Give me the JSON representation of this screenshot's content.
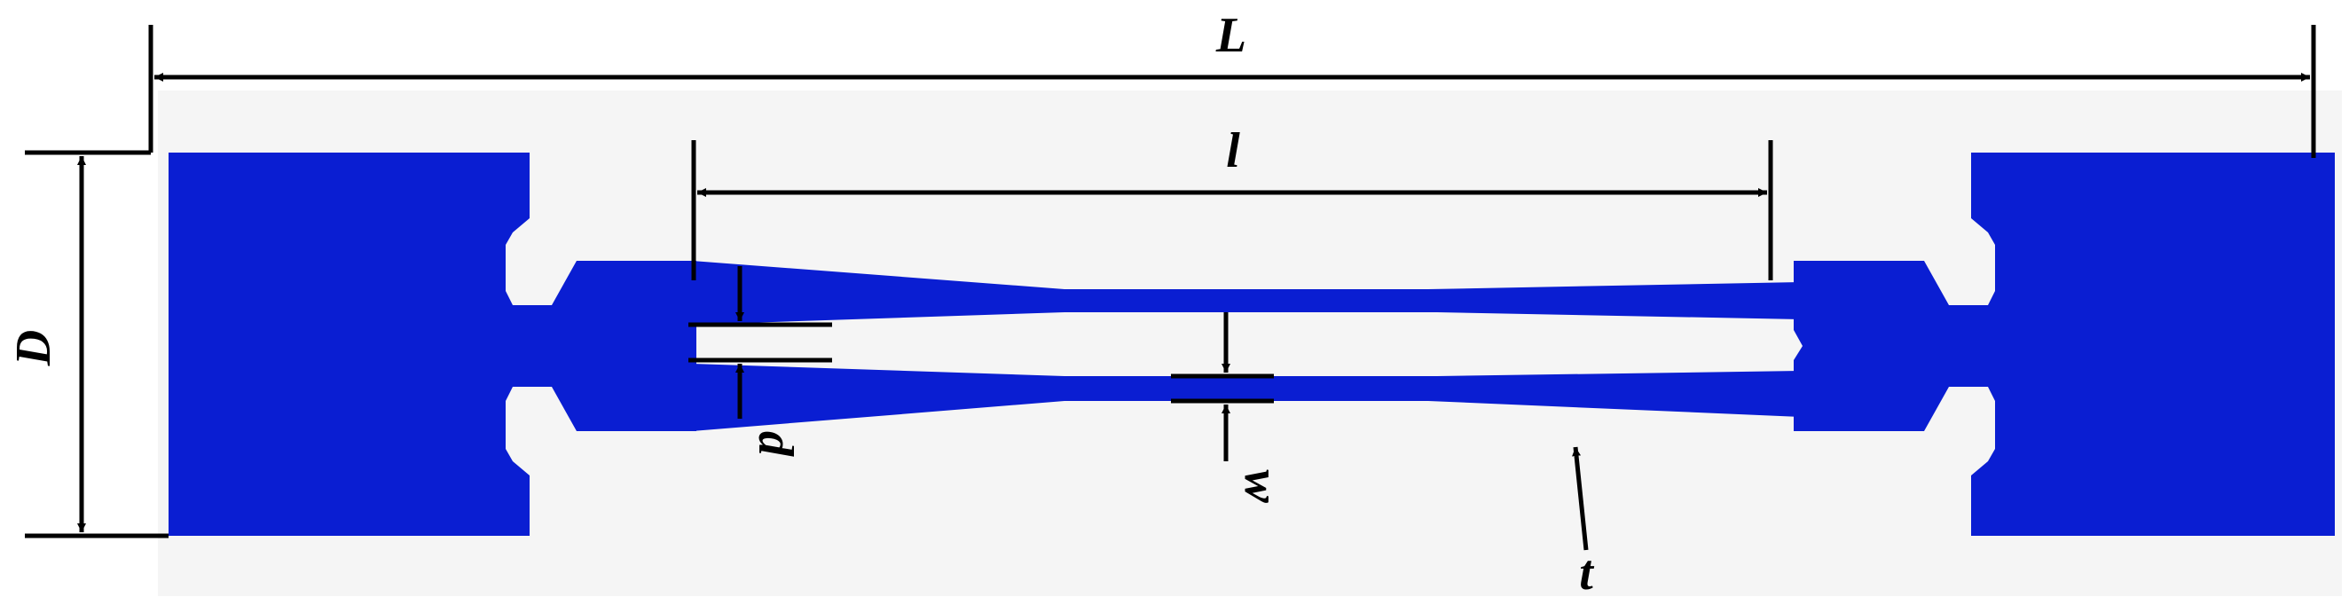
{
  "labels": {
    "overall_length": "L",
    "gauge_length": "l",
    "grip_width": "D",
    "end_width": "d",
    "middle_width": "w",
    "thickness": "t"
  },
  "colors": {
    "specimen": "#0a1ed2",
    "background_panel": "#f5f5f5",
    "dimension_line": "#000000"
  }
}
